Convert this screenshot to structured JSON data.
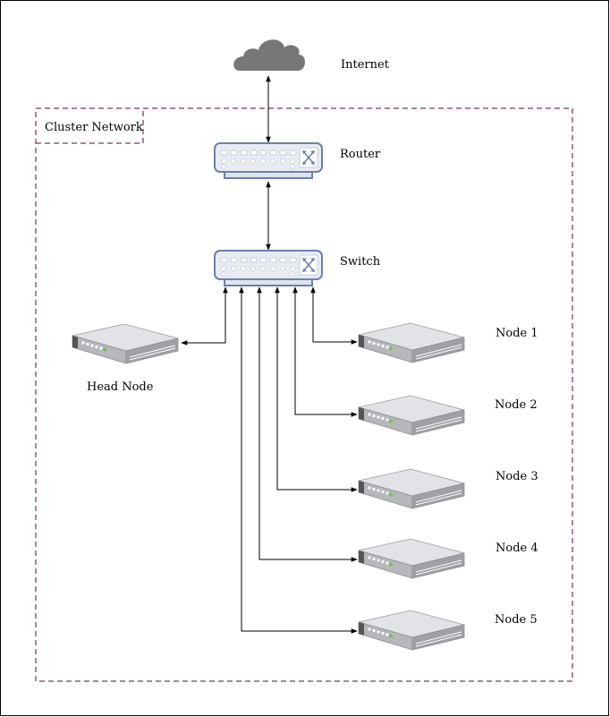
{
  "diagram": {
    "group": {
      "title": "Cluster Network",
      "border_color": "#8d5a7d"
    },
    "internet": {
      "label": "Internet",
      "icon": "cloud-icon"
    },
    "router": {
      "label": "Router",
      "icon": "router-icon"
    },
    "switch": {
      "label": "Switch",
      "icon": "switch-icon"
    },
    "head_node": {
      "label": "Head Node",
      "icon": "server-icon"
    },
    "nodes": [
      {
        "label": "Node 1"
      },
      {
        "label": "Node 2"
      },
      {
        "label": "Node 3"
      },
      {
        "label": "Node 4"
      },
      {
        "label": "Node 5"
      }
    ],
    "colors": {
      "device_fill": "#e8ecf2",
      "device_stroke": "#6b80b0",
      "cloud": "#777777",
      "server_top": "#e3e4e6",
      "server_front": "#9ea0a4"
    }
  }
}
